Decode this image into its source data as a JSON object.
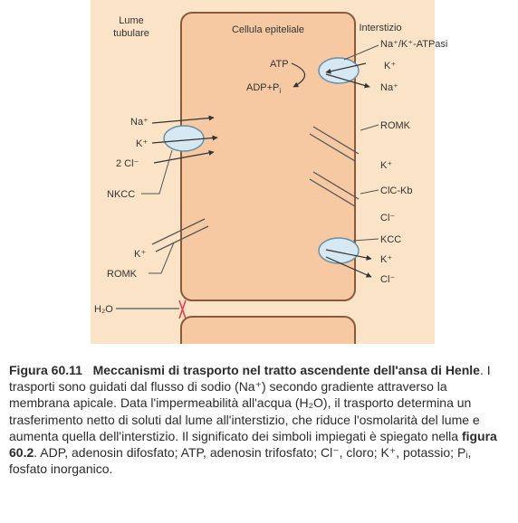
{
  "figure": {
    "labels": {
      "lume_line1": "Lume",
      "lume_line2": "tubulare",
      "cell": "Cellula epiteliale",
      "interstizio": "Interstizio",
      "na_k_atpase": "Na⁺/K⁺-ATPasi",
      "atp": "ATP",
      "adp": "ADP+P",
      "adp_sub": "i",
      "pump_k": "K⁺",
      "pump_na": "Na⁺",
      "nkcc_na": "Na⁺",
      "nkcc_k": "K⁺",
      "nkcc_cl": "2 Cl⁻",
      "nkcc": "NKCC",
      "romk_basal": "ROMK",
      "romk_basal_k": "K⁺",
      "clc_kb": "ClC-Kb",
      "clc_cl": "Cl⁻",
      "kcc": "KCC",
      "kcc_k": "K⁺",
      "kcc_cl": "Cl⁻",
      "romk_apical_k": "K⁺",
      "romk_apical": "ROMK",
      "h2o": "H₂O"
    }
  },
  "caption": {
    "figure_number": "Figura 60.11",
    "title": "Meccanismi di trasporto nel tratto ascendente dell'ansa di Henle",
    "body_1": ". I trasporti sono guidati dal flusso di sodio (Na⁺) secondo gradiente attraverso la membrana apicale. Data l'impermeabilità all'acqua (H₂O), il trasporto determina un trasferimento netto di soluti dal lume all'interstizio, che riduce l'osmolarità del lume e aumenta quella dell'interstizio. Il significato dei simboli impiegati è spiegato nella ",
    "figure_ref": "figura 60.2",
    "body_2": ". ADP, adenosin difosfato; ATP, adenosin trifosfato; Cl⁻, cloro; K⁺, potassio; Pᵢ, fosfato inorganico."
  },
  "colors": {
    "background_band": "#fbe3c8",
    "cell_fill": "#f6c9a2",
    "cell_stroke": "#8a5a3a",
    "transporter": "#d6e8f2",
    "transporter_stroke": "#6a8fa8",
    "channel_line": "#555555",
    "blocked_mark": "#e0404a",
    "label": "#333333"
  }
}
